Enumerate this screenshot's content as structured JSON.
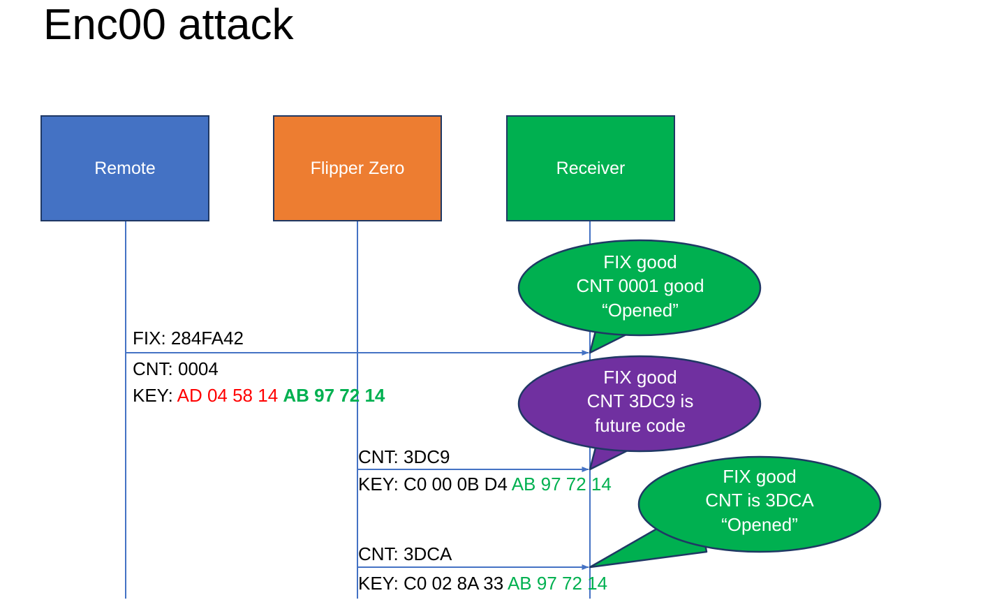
{
  "slide": {
    "title": "Enc00 attack",
    "background_color": "#FFFFFF"
  },
  "colors": {
    "remote_blue": "#4472C4",
    "flipper_orange": "#ED7D31",
    "receiver_green": "#00B050",
    "bubble_purple": "#7030A0",
    "outline_navy": "#1F3864",
    "line_blue": "#4472C4",
    "hex_red": "#FF0000",
    "hex_green": "#00B050",
    "text_black": "#000000"
  },
  "actors": [
    {
      "id": "remote",
      "label": "Remote",
      "color": "#4472C4"
    },
    {
      "id": "flipper",
      "label": "Flipper Zero",
      "color": "#ED7D31"
    },
    {
      "id": "receiver",
      "label": "Receiver",
      "color": "#00B050"
    }
  ],
  "messages": [
    {
      "id": "msg1",
      "from": "remote",
      "to": "receiver",
      "fix_line": "FIX: 284FA42",
      "cnt_line": "CNT: 0004",
      "key_label": "KEY: ",
      "key_part_red": "AD 04 58 14 ",
      "key_part_green": "AB 97 72 14"
    },
    {
      "id": "msg2",
      "from": "flipper",
      "to": "receiver",
      "cnt_line": "CNT: 3DC9",
      "key_label": "KEY: C0 00 0B D4 ",
      "key_part_green": "AB 97 72 14"
    },
    {
      "id": "msg3",
      "from": "flipper",
      "to": "receiver",
      "cnt_line": "CNT: 3DCA",
      "key_label": "KEY: C0 02 8A 33 ",
      "key_part_green": "AB 97 72 14"
    }
  ],
  "bubbles": [
    {
      "id": "bubble1",
      "color": "#00B050",
      "line1": "FIX good",
      "line2": "CNT 0001 good",
      "line3": "“Opened”"
    },
    {
      "id": "bubble2",
      "color": "#7030A0",
      "line1": "FIX good",
      "line2": "CNT 3DC9 is",
      "line3": "future code"
    },
    {
      "id": "bubble3",
      "color": "#00B050",
      "line1": "FIX good",
      "line2": "CNT is 3DCA",
      "line3": "“Opened”"
    }
  ]
}
